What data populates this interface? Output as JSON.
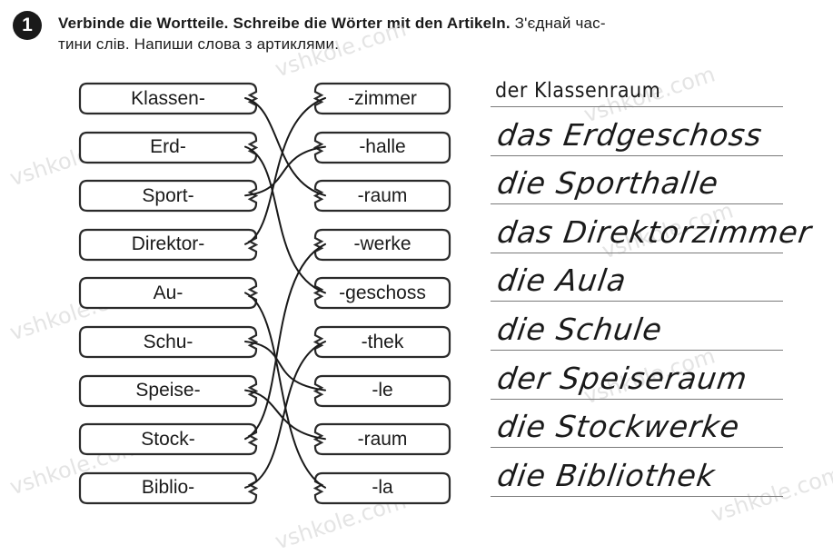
{
  "task": {
    "number": "1",
    "instruction_bold": "Verbinde die Wortteile. Schreibe die Wörter mit den Artikeln.",
    "instruction_line1_rest": " З'єднай час-",
    "instruction_line2": "тини слів. Напиши слова з артиклями."
  },
  "watermark": "vshkole.com",
  "left_parts": [
    "Klassen-",
    "Erd-",
    "Sport-",
    "Direktor-",
    "Au-",
    "Schu-",
    "Speise-",
    "Stock-",
    "Biblio-"
  ],
  "right_parts": [
    "-zimmer",
    "-halle",
    "-raum",
    "-werke",
    "-geschoss",
    "-thek",
    "-le",
    "-raum",
    "-la"
  ],
  "answers": [
    "der Klassenraum",
    "das Erdgeschoss",
    "die Sporthalle",
    "das Direktorzimmer",
    "die Aula",
    "die Schule",
    "der Speiseraum",
    "die Stockwerke",
    "die Bibliothek"
  ],
  "matches": [
    {
      "from": 0,
      "to": 2
    },
    {
      "from": 1,
      "to": 4
    },
    {
      "from": 2,
      "to": 1
    },
    {
      "from": 3,
      "to": 0
    },
    {
      "from": 4,
      "to": 8
    },
    {
      "from": 5,
      "to": 6
    },
    {
      "from": 6,
      "to": 7
    },
    {
      "from": 7,
      "to": 3
    },
    {
      "from": 8,
      "to": 5
    }
  ],
  "colors": {
    "ink": "#1a1a1a",
    "tile_border": "#2a2a2a",
    "watermark": "#d9d9d9",
    "rule": "#7a7a7a"
  }
}
